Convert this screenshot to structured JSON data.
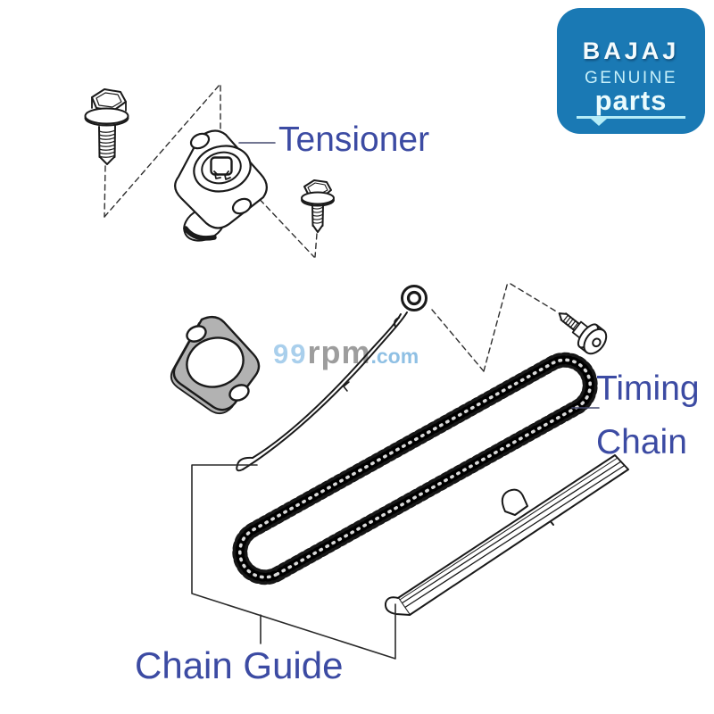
{
  "page": {
    "background": "#ffffff"
  },
  "logo": {
    "brand": "BAJAJ",
    "subtitle": "GENUINE",
    "title": "parts",
    "bg_color": "#1a79b4",
    "accent_color": "#c6f0fa"
  },
  "watermark": {
    "prefix": "99",
    "name": "rpm",
    "suffix": ".com",
    "prefix_color": "#a9cfec",
    "name_color": "#9d9d9d",
    "suffix_color": "#8fc0e4"
  },
  "labels": {
    "color": "#3c4ba3",
    "tensioner": "Tensioner",
    "timing_chain": {
      "line1": "Timing",
      "line2": "Chain"
    },
    "chain_guide": "Chain Guide"
  },
  "diagram": {
    "stroke_color": "#1a1a1a",
    "gasket_fill": "#b2b2b2",
    "icons": {
      "bolt_large": "hex-flange-bolt-icon",
      "bolt_small": "hex-flange-bolt-icon",
      "tensioner": "chain-tensioner-icon",
      "gasket": "tensioner-gasket-icon",
      "blade": "pivoting-chain-guide-icon",
      "pivot_bolt": "guide-pivot-bolt-icon",
      "chain": "timing-chain-icon",
      "fixed_guide": "fixed-chain-guide-icon"
    }
  }
}
